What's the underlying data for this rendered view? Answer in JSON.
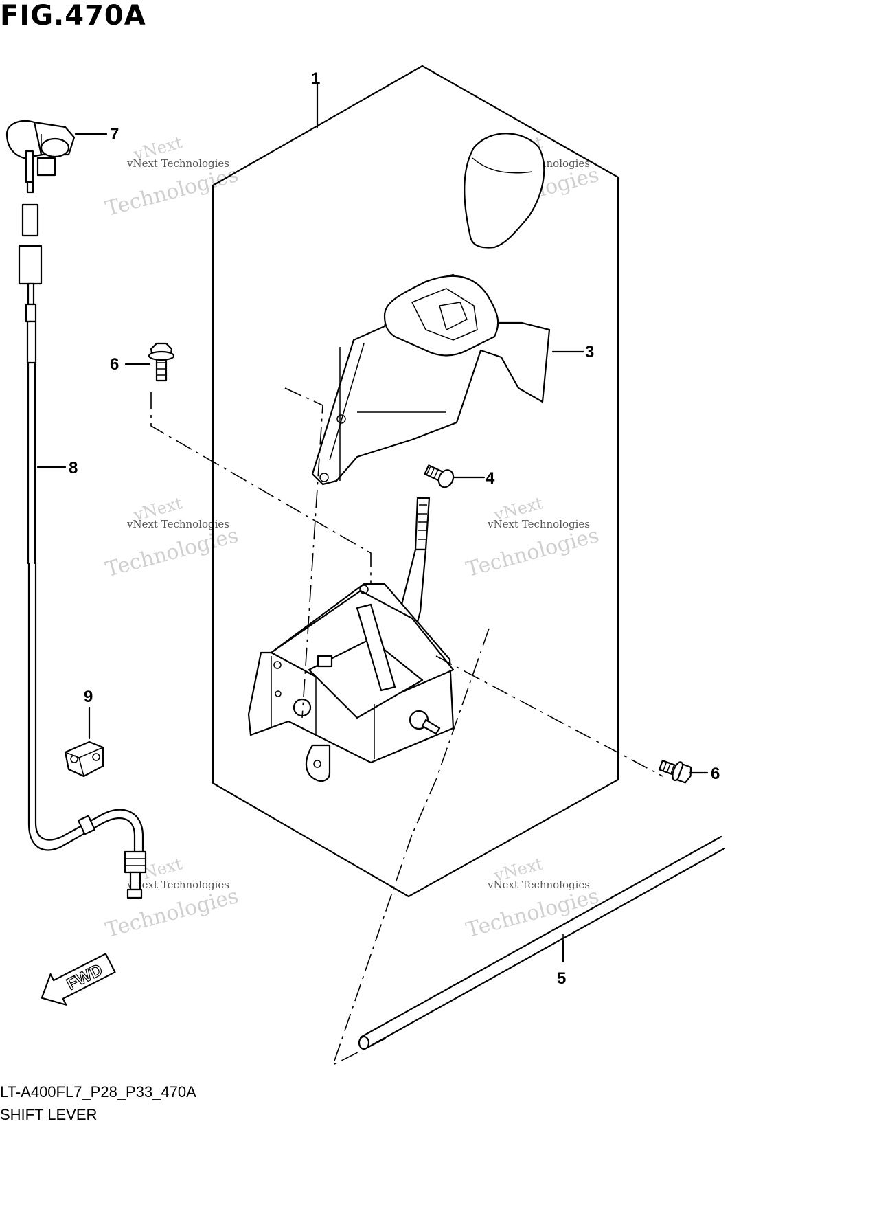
{
  "figure": {
    "title": "FIG.470A",
    "code": "LT-A400FL7_P28_P33_470A",
    "name": "SHIFT LEVER"
  },
  "callouts": [
    "1",
    "3",
    "4",
    "5",
    "6",
    "6",
    "7",
    "8",
    "9"
  ],
  "fwd_label": "FWD",
  "watermark": {
    "line1": "vNext",
    "line2": "vNext Technologies",
    "line3": "Technologies"
  }
}
